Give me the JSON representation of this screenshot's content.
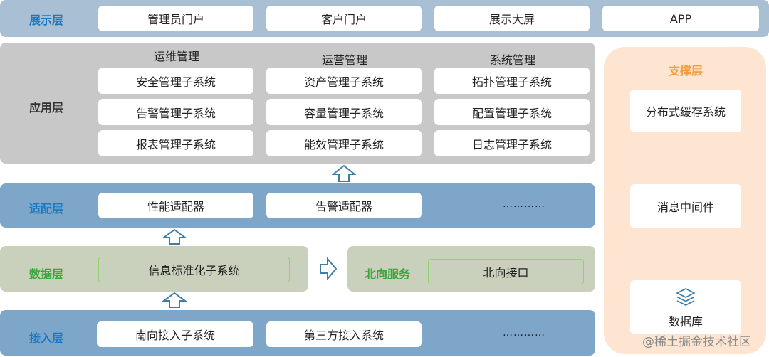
{
  "presentation": {
    "label": "展示层",
    "items": [
      "管理员门户",
      "客户门户",
      "展示大屏",
      "APP"
    ]
  },
  "application": {
    "label": "应用层",
    "columns": [
      {
        "title": "运维管理",
        "items": [
          "安全管理子系统",
          "告警管理子系统",
          "报表管理子系统"
        ]
      },
      {
        "title": "运营管理",
        "items": [
          "资产管理子系统",
          "容量管理子系统",
          "能效管理子系统"
        ]
      },
      {
        "title": "系统管理",
        "items": [
          "拓扑管理子系统",
          "配置管理子系统",
          "日志管理子系统"
        ]
      }
    ]
  },
  "adapter": {
    "label": "适配层",
    "items": [
      "性能适配器",
      "告警适配器"
    ],
    "ellipsis": "…………"
  },
  "data_layer": {
    "label": "数据层",
    "item": "信息标准化子系统"
  },
  "northbound": {
    "label": "北向服务",
    "item": "北向接口"
  },
  "access": {
    "label": "接入层",
    "items": [
      "南向接入子系统",
      "第三方接入系统"
    ],
    "ellipsis": "…………"
  },
  "support": {
    "label": "支撑层",
    "items": [
      "分布式缓存系统",
      "消息中间件",
      "数据库"
    ],
    "database_icon": "layers-icon"
  },
  "watermark": "@稀土掘金技术社区",
  "colors": {
    "blue_layer": "#7ea6c8",
    "gray_layer": "#c8c8c8",
    "green_layer": "#c9d0bc",
    "support_bg": "#fde5d2",
    "support_label": "#f59a3a",
    "blue_label": "#1a78c2",
    "green_label": "#3aa53a",
    "dark_label": "#333333",
    "arrow": "#3d7ea6"
  }
}
